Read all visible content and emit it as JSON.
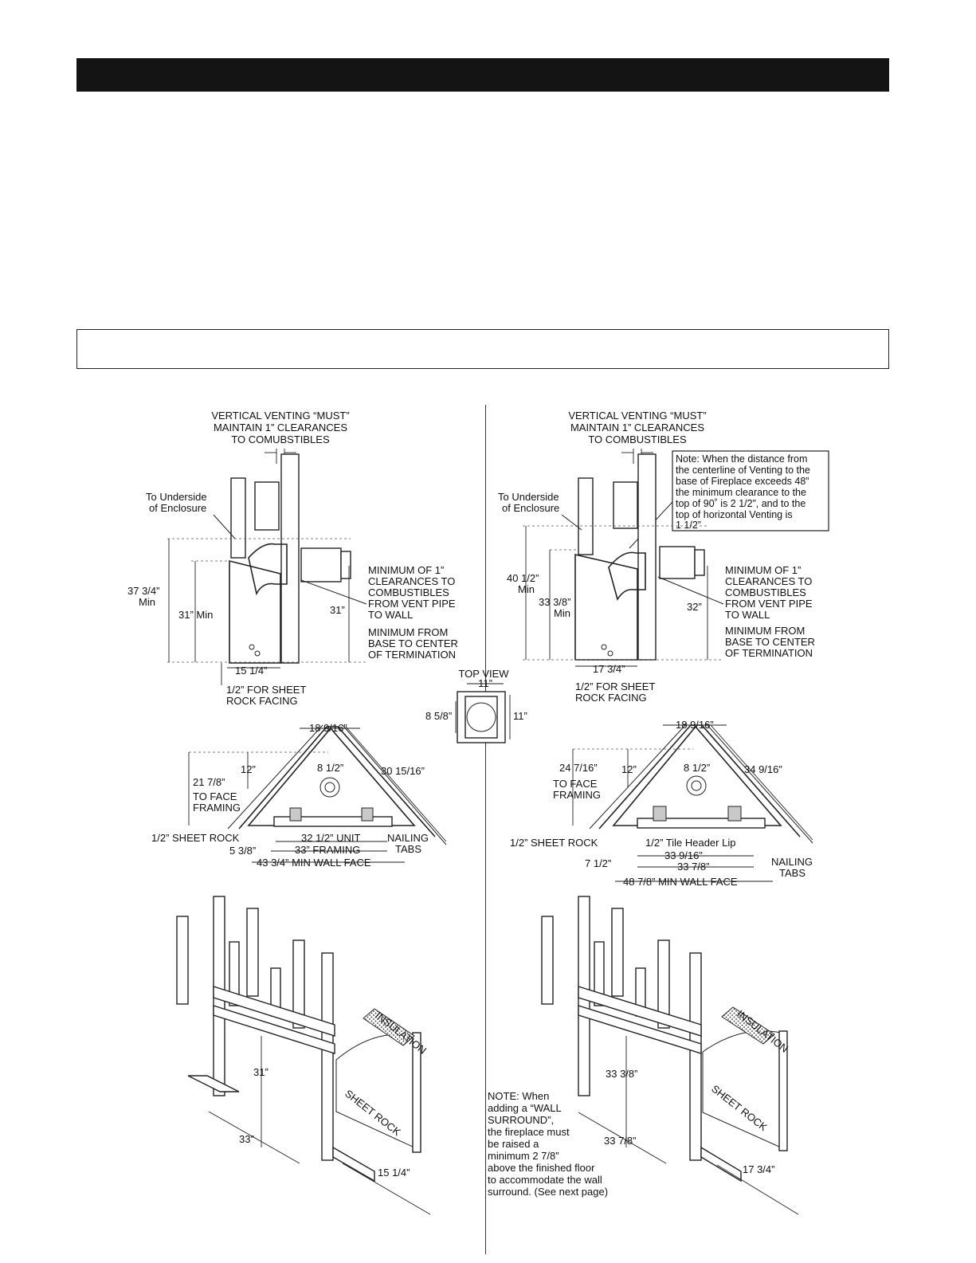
{
  "left": {
    "venting_title": [
      "VERTICAL VENTING “MUST”",
      "MAINTAIN 1” CLEARANCES",
      "TO COMUBSTIBLES"
    ],
    "underside": [
      "To Underside",
      "of Enclosure"
    ],
    "min_total": [
      "37 3/4”",
      "Min"
    ],
    "min_unit": "31” Min",
    "termination_height": "31”",
    "clearance_note": [
      "MINIMUM OF 1”",
      "CLEARANCES TO",
      "COMBUSTIBLES",
      "FROM VENT PIPE",
      "TO WALL"
    ],
    "base_note": [
      "MINIMUM FROM",
      "BASE TO CENTER",
      "OF TERMINATION"
    ],
    "depth": "15 1/4”",
    "facing": [
      "1/2” FOR SHEET",
      "ROCK FACING"
    ],
    "plan": {
      "top_width": "18 9/16”",
      "diag": "30 15/16”",
      "vent_offset": "12”",
      "vent_side": "8 1/2”",
      "face_depth": [
        "21 7/8”",
        "TO FACE",
        "FRAMING"
      ],
      "sheet_rock": "1/2” SHEET ROCK",
      "side": "5 3/8”",
      "unit": "32 1/2” UNIT",
      "framing": "33” FRAMING",
      "wall_face": "43 3/4” MIN WALL FACE",
      "tabs": [
        "NAILING",
        "TABS"
      ]
    },
    "framing_3d": {
      "insulation": "INSULATION",
      "sheet_rock": "SHEET ROCK",
      "height": "31”",
      "width": "33”",
      "depth": "15 1/4”"
    }
  },
  "right": {
    "venting_title": [
      "VERTICAL VENTING “MUST”",
      "MAINTAIN 1” CLEARANCES",
      "TO COMBUSTIBLES"
    ],
    "note_box": [
      "Note: When the distance from",
      "the centerline of Venting to the",
      "base of Fireplace exceeds 48”",
      "the minimum clearance to the",
      "top of 90˚ is 2 1/2”, and to the",
      "top of horizontal Venting is",
      "1 1/2”"
    ],
    "underside": [
      "To Underside",
      "of Enclosure"
    ],
    "min_total": [
      "40 1/2”",
      "Min"
    ],
    "min_unit": [
      "33 3/8”",
      "Min"
    ],
    "termination_height": "32”",
    "clearance_note": [
      "MINIMUM OF 1”",
      "CLEARANCES TO",
      "COMBUSTIBLES",
      "FROM VENT PIPE",
      "TO WALL"
    ],
    "base_note": [
      "MINIMUM FROM",
      "BASE TO CENTER",
      "OF TERMINATION"
    ],
    "depth": "17 3/4”",
    "facing": [
      "1/2” FOR SHEET",
      "ROCK FACING"
    ],
    "plan": {
      "top_width": "18 9/16”",
      "diag": "34 9/16”",
      "vent_offset": "12”",
      "vent_side": "8 1/2”",
      "face_depth": [
        "24 7/16”",
        "TO FACE",
        "FRAMING"
      ],
      "sheet_rock": "1/2” SHEET ROCK",
      "tile_lip": "1/2” Tile Header Lip",
      "unit": "33 9/16”",
      "framing": "33 7/8”",
      "side": "7 1/2”",
      "wall_face": "48 7/8” MIN WALL FACE",
      "tabs": [
        "NAILING",
        "TABS"
      ]
    },
    "framing_3d": {
      "insulation": "INSULATION",
      "sheet_rock": "SHEET ROCK",
      "height": "33 3/8”",
      "width": "33 7/8”",
      "depth": "17 3/4”",
      "note": [
        "NOTE: When",
        "adding a “WALL",
        "SURROUND”,",
        "the fireplace must",
        "be raised a",
        "minimum 2 7/8”",
        "above the finished floor",
        "to accommodate the wall",
        "surround. (See next page)"
      ]
    }
  },
  "top_view": {
    "title": "TOP VIEW",
    "width": "11”",
    "depth": "8 5/8”",
    "height": "11”"
  }
}
